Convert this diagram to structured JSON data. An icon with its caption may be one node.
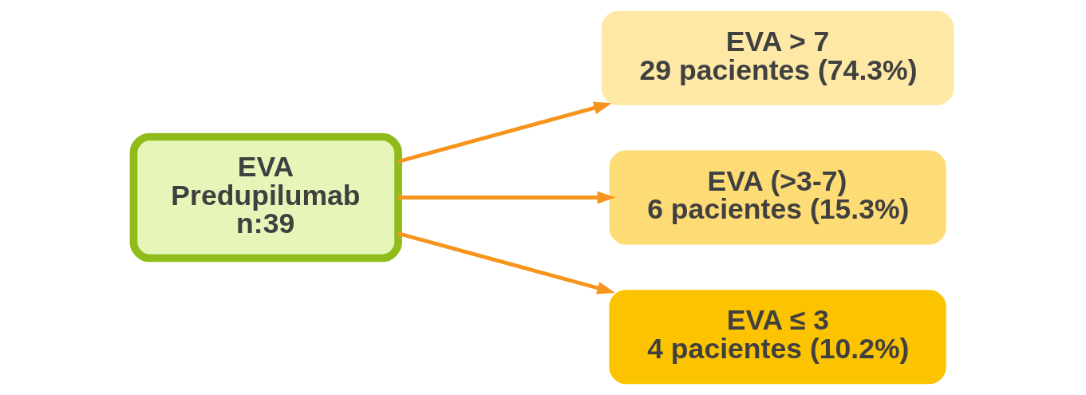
{
  "diagram": {
    "nodes": [
      {
        "text": [
          "EVA",
          "Predupilumab",
          "n:39"
        ]
      },
      {
        "text": [
          "EVA > 7",
          "29 pacientes (74.3%)"
        ]
      },
      {
        "text": [
          "EVA (>3-7)",
          "6 pacientes (15.3%)"
        ]
      },
      {
        "text": [
          "EVA ≤ 3",
          "4 pacientes (10.2%)"
        ]
      }
    ],
    "edges": [
      {
        "from": 0,
        "to": 1,
        "arrow": "to"
      },
      {
        "from": 0,
        "to": 2,
        "arrow": "to"
      },
      {
        "from": 0,
        "to": 3,
        "arrow": "to"
      }
    ]
  }
}
